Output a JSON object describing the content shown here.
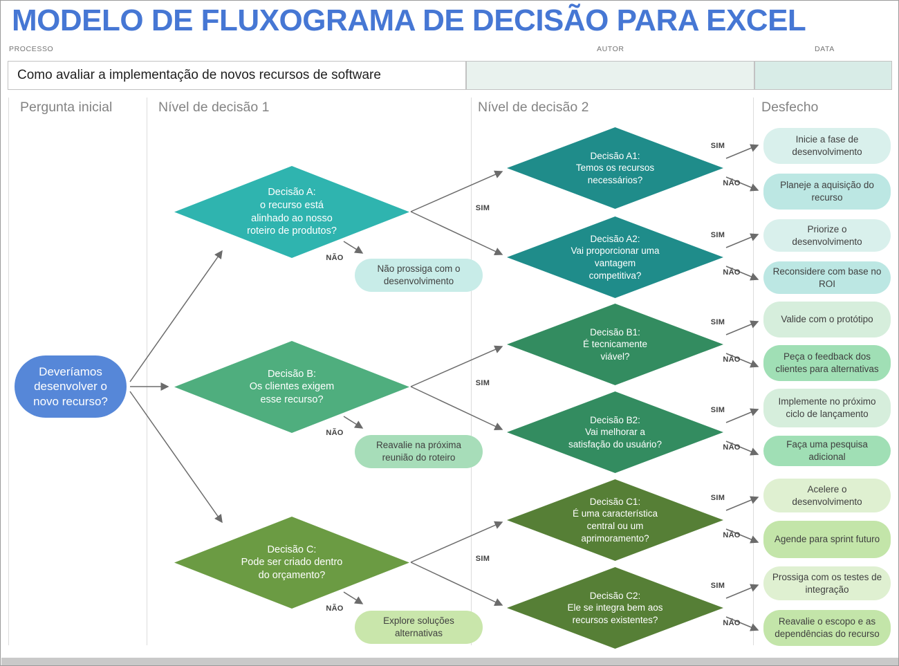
{
  "title": "MODELO DE FLUXOGRAMA DE DECISÃO PARA EXCEL",
  "meta": {
    "processo_label": "PROCESSO",
    "autor_label": "AUTOR",
    "data_label": "DATA",
    "processo_value": "Como avaliar a implementação de novos recursos de software",
    "autor_value": "",
    "data_value": ""
  },
  "columns": {
    "c1": "Pergunta inicial",
    "c2": "Nível de decisão 1",
    "c3": "Nível de decisão 2",
    "c4": "Desfecho"
  },
  "branch_labels": {
    "yes": "SIM",
    "no": "NÃO"
  },
  "start": {
    "lines": [
      "Deveríamos",
      "desenvolver o",
      "novo recurso?"
    ]
  },
  "decisions": {
    "a": {
      "lines": [
        "Decisão A:",
        "o recurso está",
        "alinhado ao nosso",
        "roteiro de produtos?"
      ]
    },
    "b": {
      "lines": [
        "Decisão B:",
        "Os clientes exigem",
        "esse recurso?"
      ]
    },
    "c": {
      "lines": [
        "Decisão C:",
        "Pode ser criado dentro",
        "do orçamento?"
      ]
    },
    "a1": {
      "lines": [
        "Decisão A1:",
        "Temos os recursos",
        "necessários?"
      ]
    },
    "a2": {
      "lines": [
        "Decisão A2:",
        "Vai proporcionar uma",
        "vantagem",
        "competitiva?"
      ]
    },
    "b1": {
      "lines": [
        "Decisão B1:",
        "É tecnicamente",
        "viável?"
      ]
    },
    "b2": {
      "lines": [
        "Decisão B2:",
        "Vai melhorar a",
        "satisfação do usuário?"
      ]
    },
    "c1": {
      "lines": [
        "Decisão C1:",
        "É uma característica",
        "central ou um",
        "aprimoramento?"
      ]
    },
    "c2": {
      "lines": [
        "Decisão C2:",
        "Ele se integra bem aos",
        "recursos existentes?"
      ]
    }
  },
  "no_actions": {
    "a": "Não prossiga com o desenvolvimento",
    "b": "Reavalie na próxima reunião do roteiro",
    "c": "Explore soluções alternativas"
  },
  "outcomes": [
    {
      "text": "Inicie a fase de desenvolvimento"
    },
    {
      "text": "Planeje a aquisição do recurso"
    },
    {
      "text": "Priorize o desenvolvimento"
    },
    {
      "text": "Reconsidere com base no ROI"
    },
    {
      "text": "Valide com o protótipo"
    },
    {
      "text": "Peça o feedback dos clientes para alternativas"
    },
    {
      "text": "Implemente no próximo ciclo de lançamento"
    },
    {
      "text": "Faça uma pesquisa adicional"
    },
    {
      "text": "Acelere o desenvolvimento"
    },
    {
      "text": "Agende para sprint futuro"
    },
    {
      "text": "Prossiga com os testes de integração"
    },
    {
      "text": "Reavalie o escopo e as dependências do recurso"
    }
  ],
  "colors": {
    "title_blue": "#4677D4",
    "start_blue": "#5687D8",
    "diamond_a": "#2FB4AF",
    "diamond_b": "#4FAE7E",
    "diamond_c": "#6B9B43",
    "diamond_a_lvl2": "#1F8C8A",
    "diamond_b_lvl2": "#338C60",
    "diamond_c_lvl2": "#567F36",
    "no_pill_a": "#C8ECE8",
    "no_pill_b": "#A7DDB9",
    "no_pill_c": "#C9E6AB",
    "outcome_a_light": "#D9F0EC",
    "outcome_a_dark": "#BCE7E3",
    "outcome_b_light": "#D6EEDC",
    "outcome_b_dark": "#A0DFB5",
    "outcome_c_light": "#DFF0D1",
    "outcome_c_dark": "#C3E5A9",
    "autor_cell": "#E9F2EE",
    "data_cell": "#D8ECE7",
    "arrow_gray": "#6B6B6B"
  }
}
